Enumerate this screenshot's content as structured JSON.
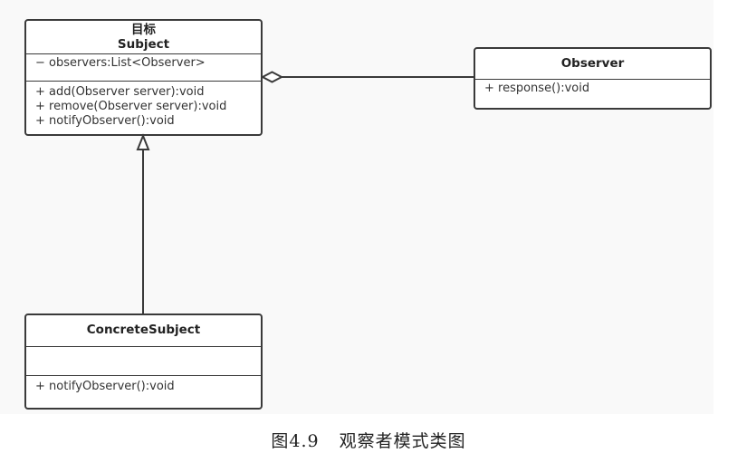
{
  "diagram": {
    "subject": {
      "stereotype_cn": "目标",
      "name": "Subject",
      "attributes": [
        "− observers:List<Observer>"
      ],
      "operations": [
        "+ add(Observer server):void",
        "+ remove(Observer server):void",
        "+ notifyObserver():void"
      ]
    },
    "observer": {
      "name": "Observer",
      "operations": [
        "+ response():void"
      ]
    },
    "concrete_subject": {
      "name": "ConcreteSubject",
      "attributes": [],
      "operations": [
        "+ notifyObserver():void"
      ]
    },
    "relationships": [
      {
        "from": "Subject",
        "to": "Observer",
        "type": "aggregation"
      },
      {
        "from": "ConcreteSubject",
        "to": "Subject",
        "type": "generalization"
      }
    ]
  },
  "caption": {
    "number": "图4.9",
    "text": "观察者模式类图"
  }
}
